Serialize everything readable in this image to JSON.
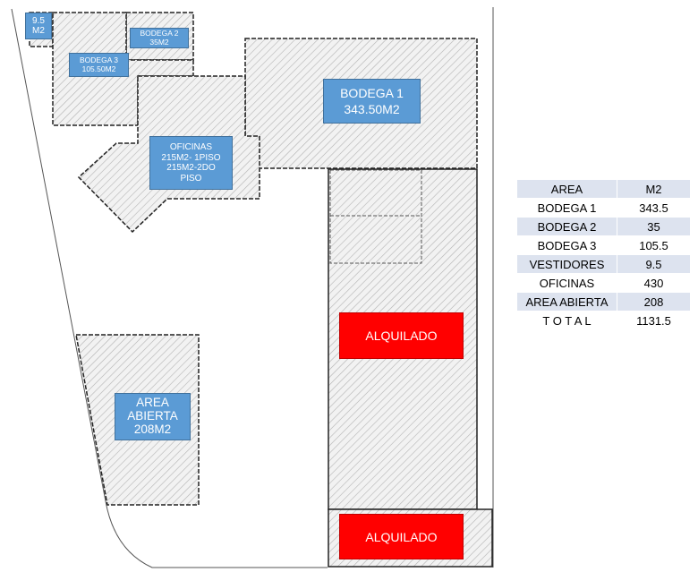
{
  "colors": {
    "label_bg": "#5b9bd5",
    "rented_bg": "#ff0000",
    "table_row_alt": "#dde3ef",
    "outline": "#222222"
  },
  "labels": {
    "vestidores": [
      "9.5",
      "M2"
    ],
    "bodega2": [
      "BODEGA 2",
      "35M2"
    ],
    "bodega3": [
      "BODEGA 3",
      "105.50M2"
    ],
    "bodega1": [
      "BODEGA 1",
      "343.50M2"
    ],
    "oficinas": [
      "OFICINAS",
      "215M2- 1PISO",
      "215M2-2DO",
      "PISO"
    ],
    "area_abierta": [
      "AREA",
      "ABIERTA",
      "208M2"
    ],
    "alquilado_1": "ALQUILADO",
    "alquilado_2": "ALQUILADO"
  },
  "table": {
    "header": [
      "AREA",
      "M2"
    ],
    "rows": [
      [
        "BODEGA 1",
        "343.5"
      ],
      [
        "BODEGA 2",
        "35"
      ],
      [
        "BODEGA 3",
        "105.5"
      ],
      [
        "VESTIDORES",
        "9.5"
      ],
      [
        "OFICINAS",
        "430"
      ],
      [
        "AREA ABIERTA",
        "208"
      ]
    ],
    "total": [
      "T O T A L",
      "1131.5"
    ]
  }
}
